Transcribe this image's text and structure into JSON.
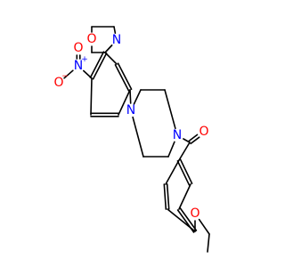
{
  "structure": {
    "atoms": [
      {
        "id": "O1",
        "element": "O",
        "color": "#FF0000"
      },
      {
        "id": "N1",
        "element": "N",
        "color": "#0000FF"
      },
      {
        "id": "N2",
        "element": "N",
        "charge": "+",
        "color": "#0000FF"
      },
      {
        "id": "O2",
        "element": "O",
        "charge": "−",
        "color": "#FF0000"
      },
      {
        "id": "O3",
        "element": "O",
        "color": "#FF0000"
      },
      {
        "id": "N3",
        "element": "N",
        "color": "#0000FF"
      },
      {
        "id": "N4",
        "element": "N",
        "color": "#0000FF"
      },
      {
        "id": "O4",
        "element": "O",
        "color": "#FF0000"
      },
      {
        "id": "O5",
        "element": "O",
        "color": "#FF0000"
      }
    ],
    "bonds": [
      {
        "from": "O1",
        "to": "m2",
        "order": 1
      },
      {
        "from": "m2",
        "to": "m3",
        "order": 1
      },
      {
        "from": "m3",
        "to": "N1",
        "order": 1
      },
      {
        "from": "N1",
        "to": "m5",
        "order": 1
      },
      {
        "from": "m5",
        "to": "m6",
        "order": 1
      },
      {
        "from": "m6",
        "to": "O1",
        "order": 1
      },
      {
        "from": "N1",
        "to": "a2",
        "order": 1
      },
      {
        "from": "a1",
        "to": "a2",
        "order": 2
      },
      {
        "from": "a2",
        "to": "a3",
        "order": 1
      },
      {
        "from": "a3",
        "to": "a4",
        "order": 2
      },
      {
        "from": "a4",
        "to": "a5",
        "order": 1
      },
      {
        "from": "a5",
        "to": "a6",
        "order": 2
      },
      {
        "from": "a6",
        "to": "a1",
        "order": 1
      },
      {
        "from": "a1",
        "to": "N2",
        "order": 1
      },
      {
        "from": "N2",
        "to": "O3",
        "order": 2
      },
      {
        "from": "N2",
        "to": "O2",
        "order": 1
      },
      {
        "from": "a4",
        "to": "N3",
        "order": 1
      },
      {
        "from": "N3",
        "to": "p2",
        "order": 1
      },
      {
        "from": "p2",
        "to": "p3",
        "order": 1
      },
      {
        "from": "p3",
        "to": "N4",
        "order": 1
      },
      {
        "from": "N4",
        "to": "p5",
        "order": 1
      },
      {
        "from": "p5",
        "to": "p6",
        "order": 1
      },
      {
        "from": "p6",
        "to": "N3",
        "order": 1
      },
      {
        "from": "N4",
        "to": "c1",
        "order": 1
      },
      {
        "from": "c1",
        "to": "O4",
        "order": 2
      },
      {
        "from": "c1",
        "to": "b1",
        "order": 1
      },
      {
        "from": "b1",
        "to": "b2",
        "order": 2
      },
      {
        "from": "b2",
        "to": "b3",
        "order": 1
      },
      {
        "from": "b3",
        "to": "b4",
        "order": 2
      },
      {
        "from": "b4",
        "to": "b5",
        "order": 1
      },
      {
        "from": "b5",
        "to": "b6",
        "order": 2
      },
      {
        "from": "b6",
        "to": "b1",
        "order": 1
      },
      {
        "from": "b4",
        "to": "O5",
        "order": 1
      },
      {
        "from": "O5",
        "to": "e1",
        "order": 1
      },
      {
        "from": "e1",
        "to": "e2",
        "order": 1
      }
    ]
  }
}
